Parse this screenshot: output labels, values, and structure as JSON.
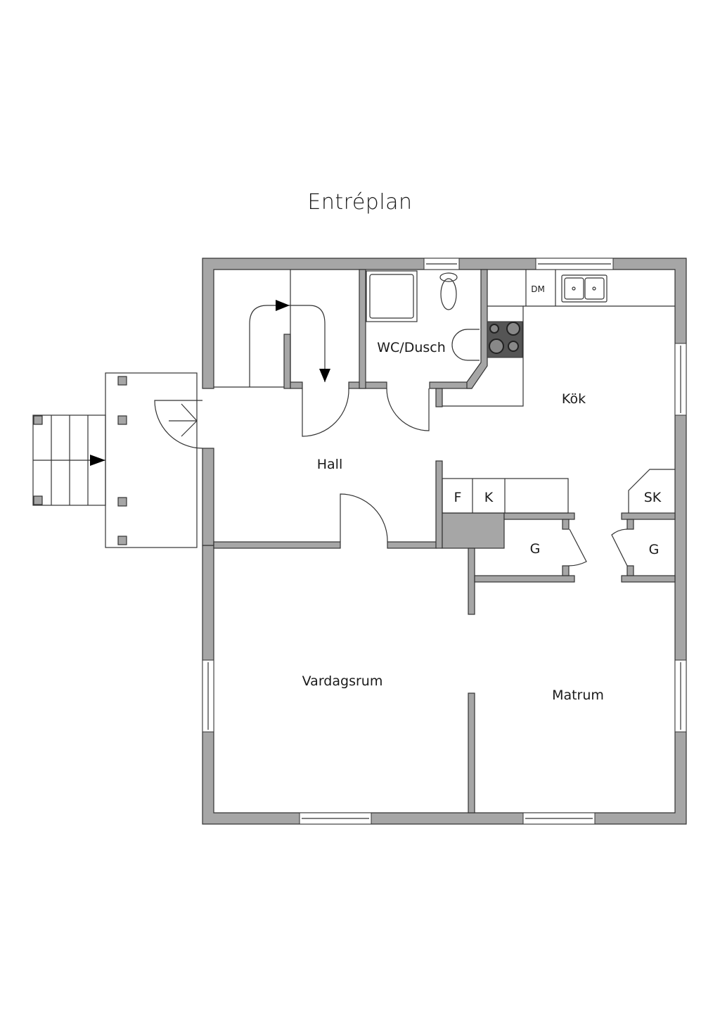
{
  "title": "Entréplan",
  "rooms": {
    "wc_dusch": "WC/Dusch",
    "kok": "Kök",
    "hall": "Hall",
    "vardagsrum": "Vardagsrum",
    "matrum": "Matrum",
    "dm": "DM",
    "f": "F",
    "k": "K",
    "sk": "SK",
    "g1": "G",
    "g2": "G"
  },
  "colors": {
    "wall": "#a6a6a6",
    "line": "#333333",
    "stove": "#555555"
  }
}
